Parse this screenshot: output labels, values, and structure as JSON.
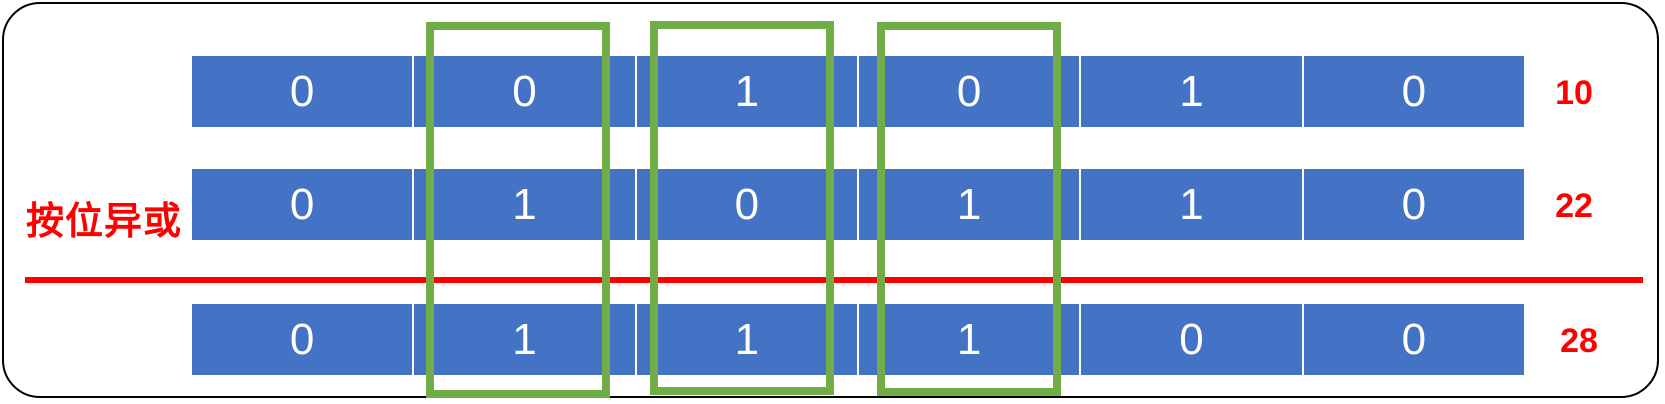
{
  "operation_label": "按位异或",
  "rows": [
    {
      "bits": [
        "0",
        "0",
        "1",
        "0",
        "1",
        "0"
      ],
      "value": "10"
    },
    {
      "bits": [
        "0",
        "1",
        "0",
        "1",
        "1",
        "0"
      ],
      "value": "22"
    },
    {
      "bits": [
        "0",
        "1",
        "1",
        "1",
        "0",
        "0"
      ],
      "value": "28"
    }
  ],
  "highlighted_columns": [
    2,
    3,
    4
  ],
  "colors": {
    "cell_fill": "#4472C4",
    "cell_text": "#ffffff",
    "accent_red": "#ff0000",
    "highlight_green": "#70AD47"
  }
}
